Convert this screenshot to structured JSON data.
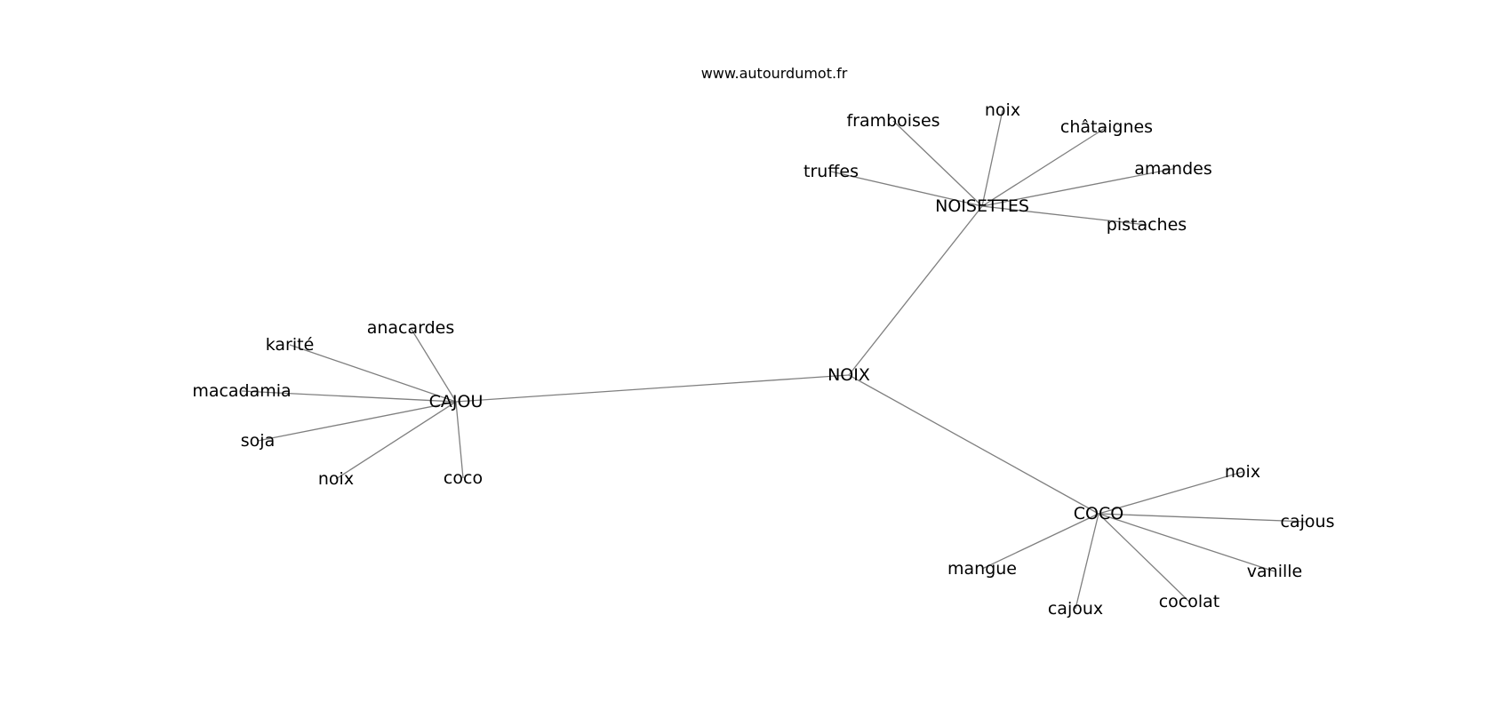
{
  "watermark": "www.autourdumot.fr",
  "colors": {
    "edge": "#7f7f7f",
    "text": "#000000",
    "background": "#ffffff"
  },
  "nodes": [
    {
      "id": "noix_center",
      "label": "NOIX"
    },
    {
      "id": "noisettes",
      "label": "NOISETTES"
    },
    {
      "id": "cajou",
      "label": "CAJOU"
    },
    {
      "id": "coco",
      "label": "COCO"
    },
    {
      "id": "n_framboises",
      "label": "framboises"
    },
    {
      "id": "n_noix1",
      "label": "noix"
    },
    {
      "id": "n_chataignes",
      "label": "châtaignes"
    },
    {
      "id": "n_amandes",
      "label": "amandes"
    },
    {
      "id": "n_truffes",
      "label": "truffes"
    },
    {
      "id": "n_pistaches",
      "label": "pistaches"
    },
    {
      "id": "c_anacardes",
      "label": "anacardes"
    },
    {
      "id": "c_karite",
      "label": "karité"
    },
    {
      "id": "c_macadamia",
      "label": "macadamia"
    },
    {
      "id": "c_soja",
      "label": "soja"
    },
    {
      "id": "c_noix",
      "label": "noix"
    },
    {
      "id": "c_coco",
      "label": "coco"
    },
    {
      "id": "k_noix",
      "label": "noix"
    },
    {
      "id": "k_cajous",
      "label": "cajous"
    },
    {
      "id": "k_vanille",
      "label": "vanille"
    },
    {
      "id": "k_cocolat",
      "label": "cocolat"
    },
    {
      "id": "k_cajoux",
      "label": "cajoux"
    },
    {
      "id": "k_mangue",
      "label": "mangue"
    }
  ],
  "edges": [
    [
      "noix_center",
      "noisettes"
    ],
    [
      "noix_center",
      "cajou"
    ],
    [
      "noix_center",
      "coco"
    ],
    [
      "noisettes",
      "n_framboises"
    ],
    [
      "noisettes",
      "n_noix1"
    ],
    [
      "noisettes",
      "n_chataignes"
    ],
    [
      "noisettes",
      "n_amandes"
    ],
    [
      "noisettes",
      "n_truffes"
    ],
    [
      "noisettes",
      "n_pistaches"
    ],
    [
      "cajou",
      "c_anacardes"
    ],
    [
      "cajou",
      "c_karite"
    ],
    [
      "cajou",
      "c_macadamia"
    ],
    [
      "cajou",
      "c_soja"
    ],
    [
      "cajou",
      "c_noix"
    ],
    [
      "cajou",
      "c_coco"
    ],
    [
      "coco",
      "k_noix"
    ],
    [
      "coco",
      "k_cajous"
    ],
    [
      "coco",
      "k_vanille"
    ],
    [
      "coco",
      "k_cocolat"
    ],
    [
      "coco",
      "k_cajoux"
    ],
    [
      "coco",
      "k_mangue"
    ]
  ]
}
